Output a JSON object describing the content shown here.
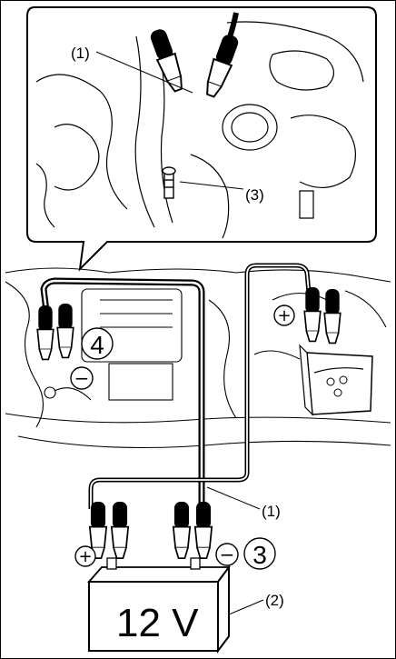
{
  "labels": {
    "callout_top_1": "(1)",
    "callout_top_3": "(3)",
    "callout_bottom_1": "(1)",
    "callout_bottom_2": "(2)",
    "voltage": "12 V",
    "step_4": "4",
    "step_3": "3",
    "sign_plus": "+",
    "sign_minus": "−"
  },
  "colors": {
    "line": "#000000",
    "background": "#ffffff"
  }
}
